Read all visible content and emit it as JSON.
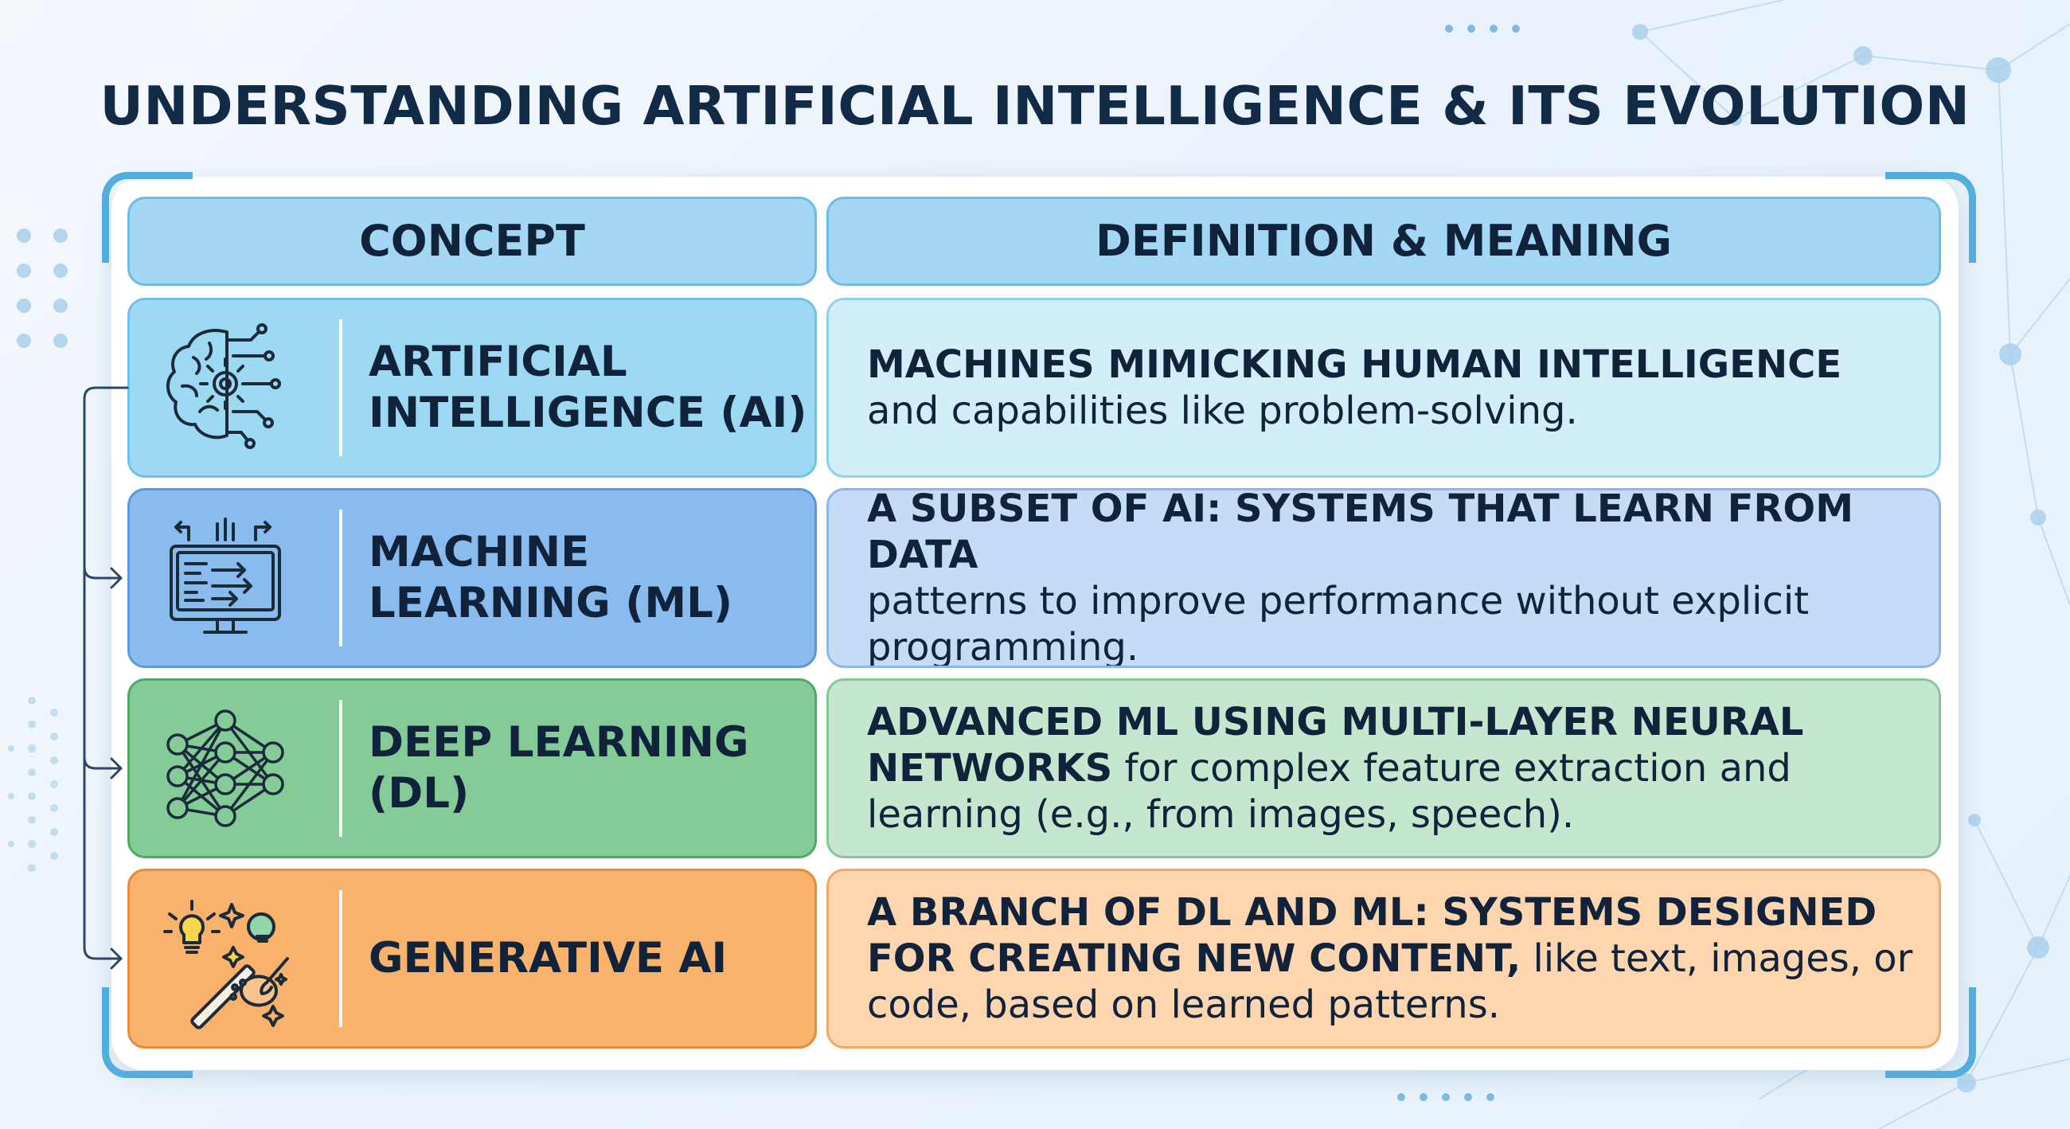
{
  "title": "UNDERSTANDING ARTIFICIAL INTELLIGENCE & ITS EVOLUTION",
  "headers": {
    "concept": "CONCEPT",
    "definition": "DEFINITION & MEANING"
  },
  "rows": [
    {
      "concept_line1": "ARTIFICIAL",
      "concept_line2": "INTELLIGENCE (AI)",
      "icon": "brain-gear-circuit-icon",
      "def_bold": "MACHINES MIMICKING HUMAN INTELLIGENCE",
      "def_rest": "and capabilities like problem-solving."
    },
    {
      "concept_line1": "MACHINE",
      "concept_line2": "LEARNING (ML)",
      "icon": "computer-data-flow-icon",
      "def_bold": "A SUBSET OF AI: SYSTEMS THAT LEARN FROM DATA",
      "def_rest": "patterns to improve performance without explicit programming."
    },
    {
      "concept_line1": "DEEP LEARNING",
      "concept_line2": "(DL)",
      "icon": "neural-network-icon",
      "def_bold": "ADVANCED ML USING MULTI-LAYER NEURAL NETWORKS",
      "def_rest": "for complex feature extraction and learning (e.g., from images, speech)."
    },
    {
      "concept_line1": "GENERATIVE AI",
      "concept_line2": "",
      "icon": "magic-wand-creative-icon",
      "def_bold": "A BRANCH OF DL AND ML: SYSTEMS DESIGNED FOR CREATING NEW CONTENT,",
      "def_rest": "like text, images, or code, based on learned patterns."
    }
  ],
  "colors": {
    "ai": "#9ed9f3",
    "ml": "#89bbef",
    "dl": "#84cb98",
    "generative": "#f9b26c",
    "accent": "#53aee0",
    "text": "#10233b"
  }
}
